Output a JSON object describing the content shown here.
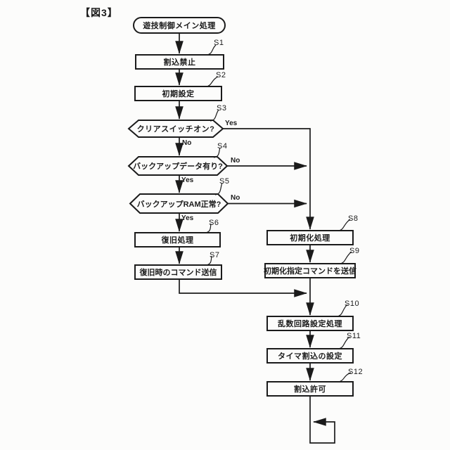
{
  "figure_title": "【図3】",
  "colors": {
    "line": "#1b1b1b",
    "background": "#fcfcfb"
  },
  "flowchart": {
    "type": "patent-flowchart",
    "start_label": "遊技制御メイン処理",
    "steps": [
      {
        "id": "S1",
        "label": "割込禁止",
        "shape": "process"
      },
      {
        "id": "S2",
        "label": "初期設定",
        "shape": "process"
      },
      {
        "id": "S3",
        "label": "クリアスイッチオン?",
        "shape": "decision"
      },
      {
        "id": "S4",
        "label": "バックアップデータ有り?",
        "shape": "decision"
      },
      {
        "id": "S5",
        "label": "バックアップRAM正常?",
        "shape": "decision"
      },
      {
        "id": "S6",
        "label": "復旧処理",
        "shape": "process"
      },
      {
        "id": "S7",
        "label": "復旧時のコマンド送信",
        "shape": "process"
      },
      {
        "id": "S8",
        "label": "初期化処理",
        "shape": "process"
      },
      {
        "id": "S9",
        "label": "初期化指定コマンドを送信",
        "shape": "process"
      },
      {
        "id": "S10",
        "label": "乱数回路設定処理",
        "shape": "process"
      },
      {
        "id": "S11",
        "label": "タイマ割込の設定",
        "shape": "process"
      },
      {
        "id": "S12",
        "label": "割込許可",
        "shape": "process"
      }
    ],
    "branch_labels": {
      "s3_yes": "Yes",
      "s3_no": "No",
      "s4_no": "No",
      "s4_yes": "Yes",
      "s5_no": "No",
      "s5_yes": "Yes"
    },
    "end_style": "infinite-loop"
  }
}
